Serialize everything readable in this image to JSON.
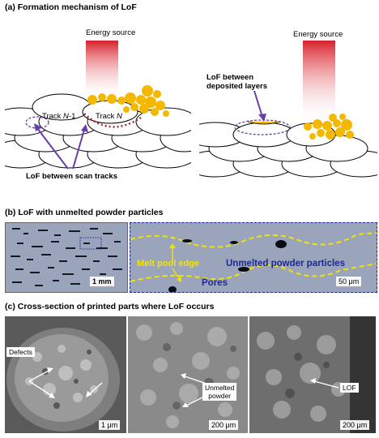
{
  "panel_a": {
    "title": "(a) Formation mechanism of LoF",
    "left": {
      "energy_label": "Energy source",
      "track_prev_label": "Track N-1",
      "track_prev_prefix": "Track ",
      "track_prev_italic": "N",
      "track_prev_suffix": "-1",
      "track_cur_prefix": "Track ",
      "track_cur_italic": "N",
      "annotation": "LoF between scan tracks"
    },
    "right": {
      "energy_label": "Energy source",
      "annotation_line1": "LoF between",
      "annotation_line2": "deposited layers"
    },
    "colors": {
      "arrow": "#6a3da8",
      "powder": "#f5b800",
      "beam": "#d8202a",
      "dashed": "#9b2d2d"
    }
  },
  "panel_b": {
    "title": "(b) LoF with unmelted powder particles",
    "left_scale": "1 mm",
    "right_labels": {
      "melt_pool": "Melt pool edge",
      "unmelted": "Unmelted powder particles",
      "pores": "Pores"
    },
    "right_scale": "50 μm",
    "colors": {
      "melt_pool": "#f2e400",
      "unmelted": "#1e2a8c",
      "pores": "#1e2a8c"
    }
  },
  "panel_c": {
    "title": "(c) Cross-section of printed parts where LoF occurs",
    "images": [
      {
        "callout": "Defects",
        "scale": "1 μm"
      },
      {
        "callout_line1": "Unmelted",
        "callout_line2": "powder",
        "scale": "200 μm"
      },
      {
        "callout": "LOF",
        "scale": "200 μm"
      }
    ]
  }
}
